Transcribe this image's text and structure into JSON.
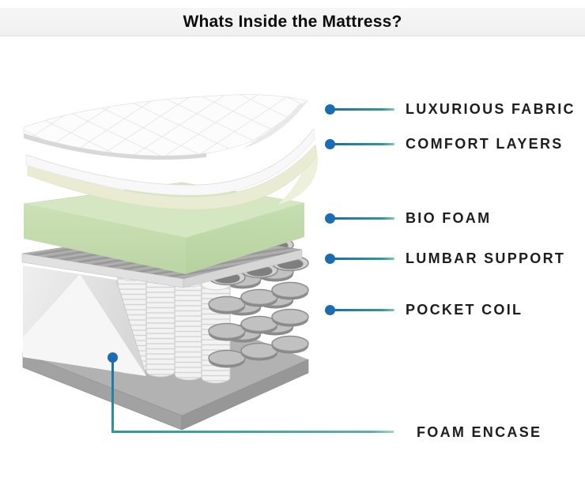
{
  "header": {
    "title": "Whats Inside the Mattress?"
  },
  "illustration": {
    "alt": "Exploded cutaway view of mattress construction layers"
  },
  "callouts": {
    "items": [
      {
        "label": "LUXURIOUS FABRIC"
      },
      {
        "label": "COMFORT LAYERS"
      },
      {
        "label": "BIO FOAM"
      },
      {
        "label": "LUMBAR SUPPORT"
      },
      {
        "label": "POCKET COIL"
      },
      {
        "label": "FOAM ENCASE"
      }
    ]
  },
  "colors": {
    "accent_blue": "#1c6cb2",
    "accent_teal": "#2d9a96",
    "label_text": "#1d1d1d",
    "header_bg": "#f2f2f2",
    "bio_foam_green": "#d5e7c2",
    "comfort_cream": "#e9ecd3",
    "coil_gray": "#c1c1c1",
    "base_gray": "#b2b2b2"
  }
}
